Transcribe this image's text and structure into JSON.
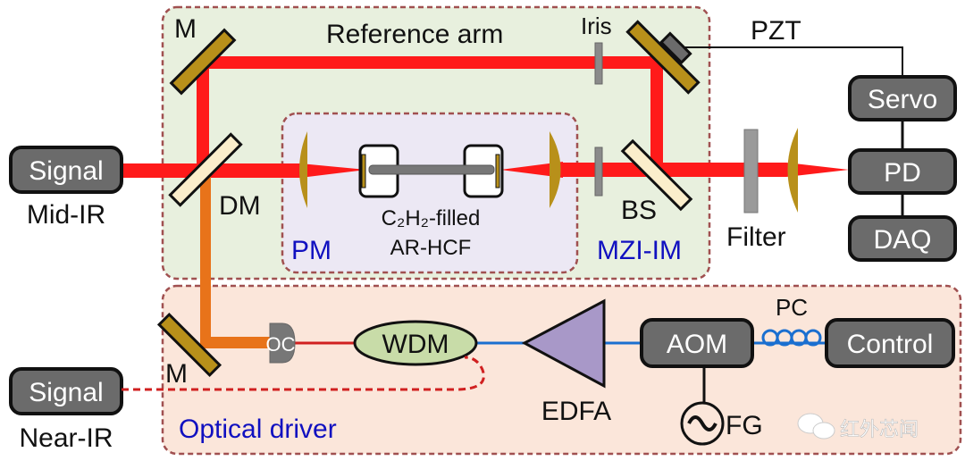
{
  "regions": {
    "reference_arm": "Reference arm",
    "pm": "PM",
    "mzi_im": "MZI-IM",
    "optical_driver": "Optical driver"
  },
  "boxes": {
    "signal_mid": "Signal",
    "signal_near": "Signal",
    "servo": "Servo",
    "pd": "PD",
    "daq": "DAQ",
    "aom": "AOM",
    "control": "Control",
    "wdm": "WDM",
    "oc": "OC"
  },
  "labels": {
    "mid_ir": "Mid-IR",
    "near_ir": "Near-IR",
    "m_top": "M",
    "m_bottom": "M",
    "dm": "DM",
    "iris": "Iris",
    "pzt": "PZT",
    "bs": "BS",
    "filter": "Filter",
    "fiber_line1": "C₂H₂-filled",
    "fiber_line2": "AR-HCF",
    "edfa": "EDFA",
    "pc": "PC",
    "fg": "FG"
  },
  "watermark": "红外芯闻",
  "colors": {
    "beam_mid_ir": "#ff1a1a",
    "beam_near_ir": "#e8731a",
    "fiber_blue": "#1a6fd0",
    "region_green": "#e8f0de",
    "region_purple": "#ece8f4",
    "region_peach": "#fbe6da",
    "region_label": "#1010c0"
  }
}
